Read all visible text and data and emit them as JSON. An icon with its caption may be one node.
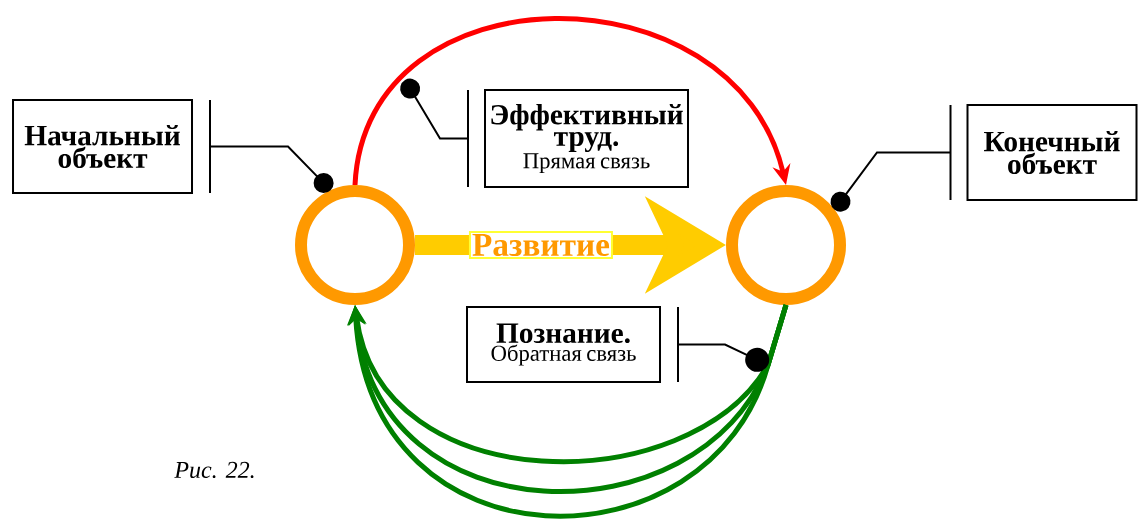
{
  "diagram": {
    "nodes": [
      {
        "text": [
          "Начальный объект"
        ]
      },
      {
        "text": [
          "Эффективный труд.",
          "Прямая связь"
        ]
      },
      {
        "text": [
          "Конечный объект"
        ]
      },
      {
        "text": [],
        "shape": "circle"
      },
      {
        "text": [],
        "shape": "circle"
      },
      {
        "text": [
          "Познание.",
          "Обратная связь"
        ]
      }
    ],
    "edges": [
      {
        "from": 3,
        "to": 4,
        "arrow": "to",
        "color": "#ff0000"
      },
      {
        "from": 3,
        "to": 4,
        "arrow": "to",
        "label": "Развитие",
        "style": "thick",
        "color": "#ffcc00"
      },
      {
        "from": 4,
        "to": 3,
        "arrow": "to",
        "color": "#008000"
      },
      {
        "from": 4,
        "to": 3,
        "arrow": "to",
        "color": "#008000"
      },
      {
        "from": 4,
        "to": 3,
        "arrow": "to",
        "color": "#008000"
      },
      {
        "from": 0,
        "to": 3,
        "arrow": "other"
      },
      {
        "from": 1,
        "to": null,
        "arrow": "other"
      },
      {
        "from": 2,
        "to": 4,
        "arrow": "other"
      },
      {
        "from": 5,
        "to": null,
        "arrow": "other"
      }
    ],
    "labels": [
      "*Рис. 22.*"
    ]
  }
}
